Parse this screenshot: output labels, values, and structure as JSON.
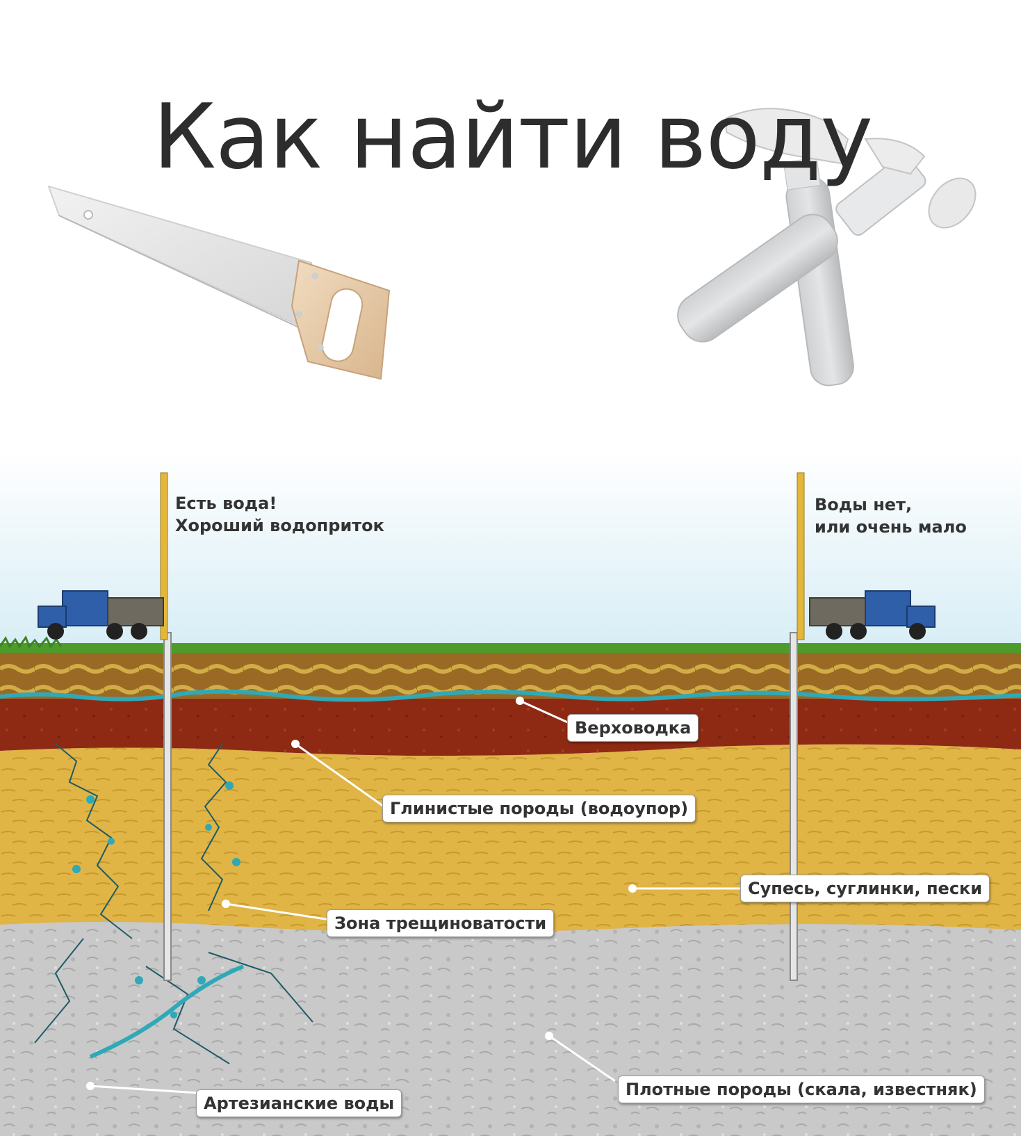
{
  "title": "Как найти воду",
  "wells": {
    "left_line1": "Есть вода!",
    "left_line2": "Хороший водоприток",
    "right_line1": "Воды нет,",
    "right_line2": "или очень мало"
  },
  "layers": {
    "perched": "Верховодка",
    "clay": "Глинистые породы (водоупор)",
    "sandy": "Супесь, суглинки, пески",
    "fracture": "Зона трещиноватости",
    "dense": "Плотные породы (скала, известняк)",
    "artesian": "Артезианские воды"
  },
  "colors": {
    "sky_top": "#ffffff",
    "sky_bottom": "#dceff6",
    "grass": "#4e9b2c",
    "topsoil": "#8b5a1e",
    "topsoil_sand": "#c9a43a",
    "water": "#2fa9b7",
    "clay": "#8e2a14",
    "sand": "#e0b445",
    "rock": "#c9c9c9",
    "truck_cab": "#2e5fa8"
  }
}
